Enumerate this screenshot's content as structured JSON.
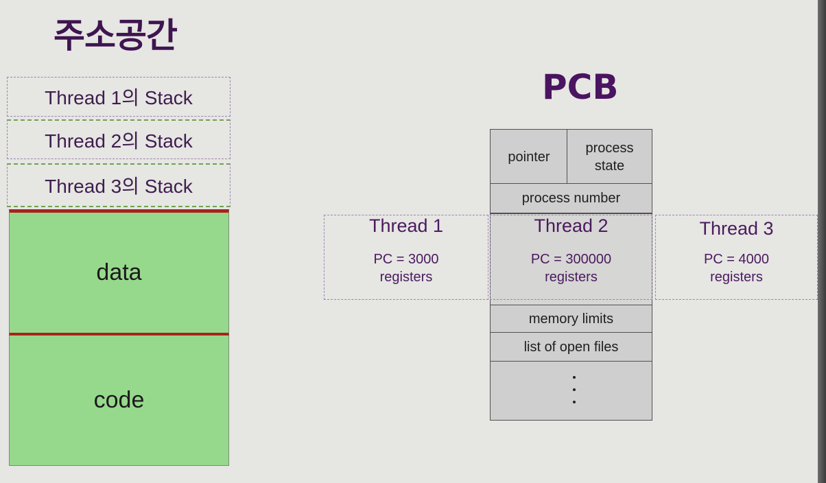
{
  "left": {
    "title": "주소공간",
    "stacks": [
      "Thread 1의 Stack",
      "Thread 2의 Stack",
      "Thread 3의 Stack"
    ],
    "data_label": "data",
    "code_label": "code"
  },
  "pcb": {
    "title": "PCB",
    "pointer": "pointer",
    "process_state": "process state",
    "process_number": "process number",
    "memory_limits": "memory limits",
    "open_files": "list of open files"
  },
  "threads": [
    {
      "name": "Thread 1",
      "pc": "PC = 3000",
      "registers": "registers"
    },
    {
      "name": "Thread 2",
      "pc": "PC =  300000",
      "registers": "registers"
    },
    {
      "name": "Thread 3",
      "pc": "PC =  4000",
      "registers": "registers"
    }
  ],
  "colors": {
    "background": "#e6e6e3",
    "title": "#3e1550",
    "segment_green": "#97d98c",
    "segment_border_red": "#a8221c",
    "pcb_cell": "#cfcfcf",
    "dashed_border": "#9a85ad"
  }
}
